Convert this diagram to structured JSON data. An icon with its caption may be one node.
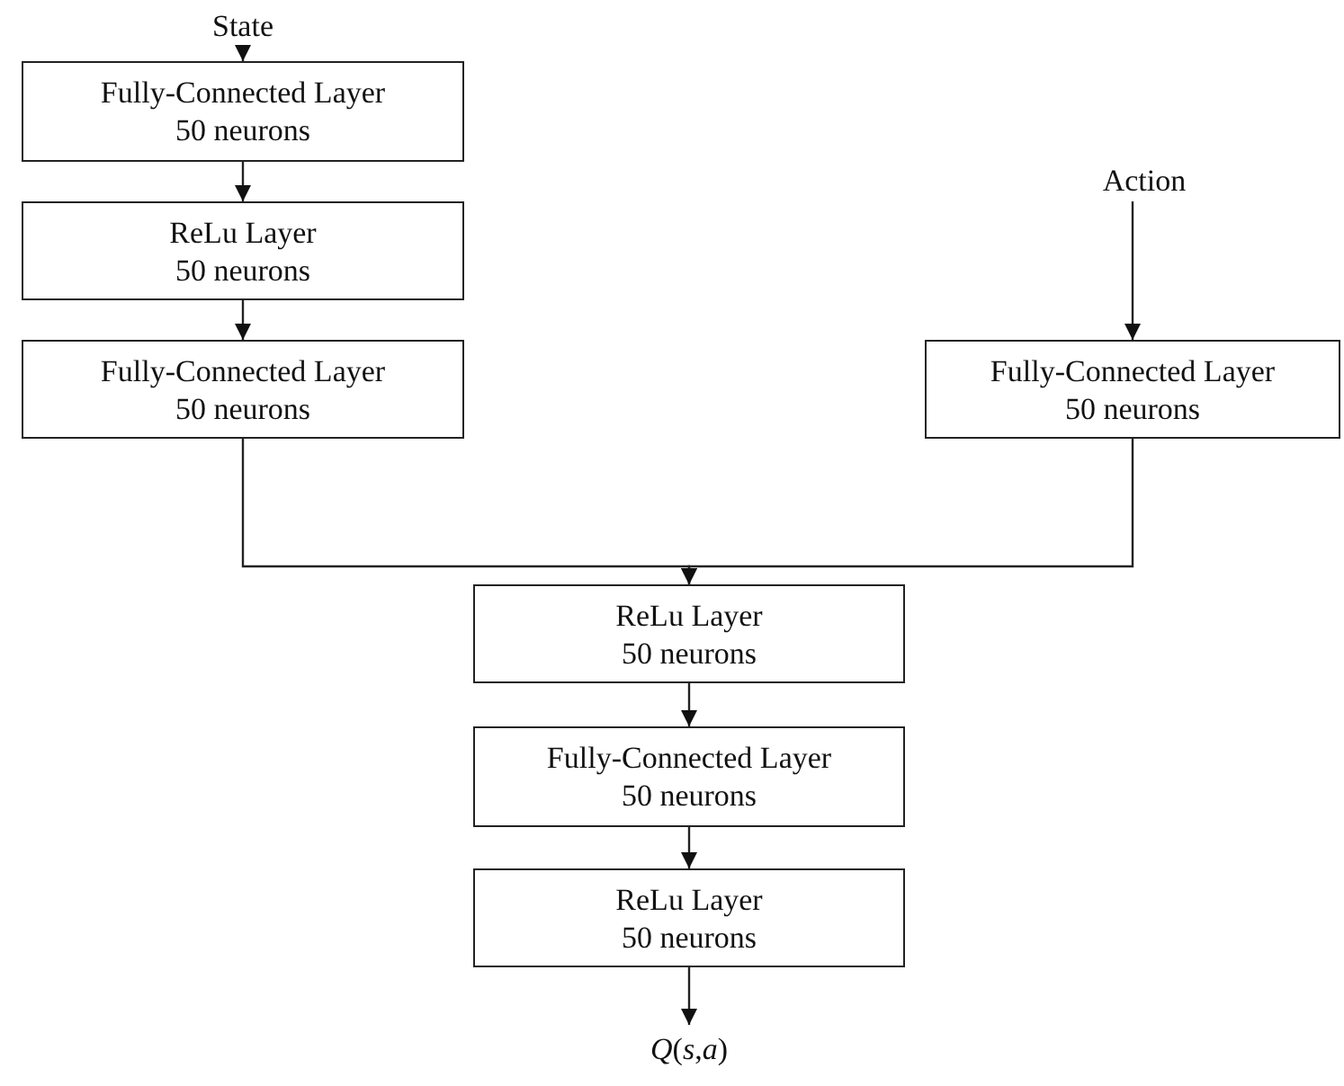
{
  "diagram": {
    "nodes": [
      {
        "text": [
          "State"
        ]
      },
      {
        "text": [
          "Fully-Connected Layer",
          "50 neurons"
        ]
      },
      {
        "text": [
          "ReLu Layer",
          "50 neurons"
        ]
      },
      {
        "text": [
          "Fully-Connected Layer",
          "50 neurons"
        ]
      },
      {
        "text": [
          "Action"
        ]
      },
      {
        "text": [
          "Fully-Connected Layer",
          "50 neurons"
        ]
      },
      {
        "text": [
          "ReLu Layer",
          "50 neurons"
        ]
      },
      {
        "text": [
          "Fully-Connected Layer",
          "50 neurons"
        ]
      },
      {
        "text": [
          "ReLu Layer",
          "50 neurons"
        ]
      },
      {
        "text": [
          "*Q*(*s*,*a*)"
        ]
      }
    ],
    "edges": [
      {
        "from": 0,
        "to": 1,
        "arrow": "to"
      },
      {
        "from": 1,
        "to": 2,
        "arrow": "to"
      },
      {
        "from": 2,
        "to": 3,
        "arrow": "to"
      },
      {
        "from": 4,
        "to": 5,
        "arrow": "to"
      },
      {
        "from": 3,
        "to": 6,
        "arrow": "to"
      },
      {
        "from": 5,
        "to": 6,
        "arrow": "to"
      },
      {
        "from": 6,
        "to": 7,
        "arrow": "to"
      },
      {
        "from": 7,
        "to": 8,
        "arrow": "to"
      },
      {
        "from": 8,
        "to": 9,
        "arrow": "to"
      }
    ]
  }
}
